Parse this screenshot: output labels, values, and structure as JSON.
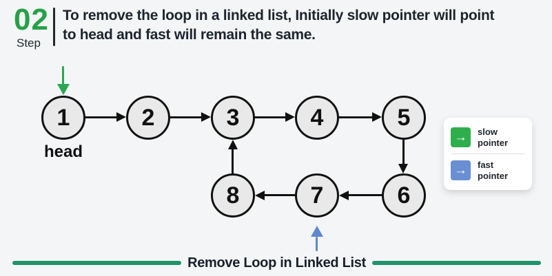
{
  "header": {
    "step_number": "02",
    "step_label": "Step",
    "title": "To remove the loop in a linked list, Initially slow pointer will point to head and fast will remain the same."
  },
  "diagram": {
    "nodes": [
      {
        "value": "1"
      },
      {
        "value": "2"
      },
      {
        "value": "3"
      },
      {
        "value": "4"
      },
      {
        "value": "5"
      },
      {
        "value": "6"
      },
      {
        "value": "7"
      },
      {
        "value": "8"
      }
    ],
    "head_label": "head",
    "edges": [
      {
        "from": "1",
        "to": "2"
      },
      {
        "from": "2",
        "to": "3"
      },
      {
        "from": "3",
        "to": "4"
      },
      {
        "from": "4",
        "to": "5"
      },
      {
        "from": "5",
        "to": "6"
      },
      {
        "from": "6",
        "to": "7"
      },
      {
        "from": "7",
        "to": "8"
      },
      {
        "from": "8",
        "to": "3",
        "note": "loop back"
      }
    ],
    "pointers": {
      "slow": {
        "at": "1",
        "color": "#2aa755"
      },
      "fast": {
        "at": "7",
        "color": "#5f86cf"
      }
    }
  },
  "legend": {
    "arrow_glyph": "→",
    "items": [
      {
        "line1": "slow",
        "line2": "pointer",
        "color": "#2fae4e"
      },
      {
        "line1": "fast",
        "line2": "pointer",
        "color": "#6a8ed2"
      }
    ]
  },
  "footer": {
    "caption": "Remove Loop in Linked List"
  },
  "colors": {
    "background": "#f4f5f7",
    "step_green": "#27a148",
    "footer_line_green": "#1f9468",
    "node_fill": "#e9e9e9",
    "node_border": "#111111",
    "text": "#1d242e"
  }
}
